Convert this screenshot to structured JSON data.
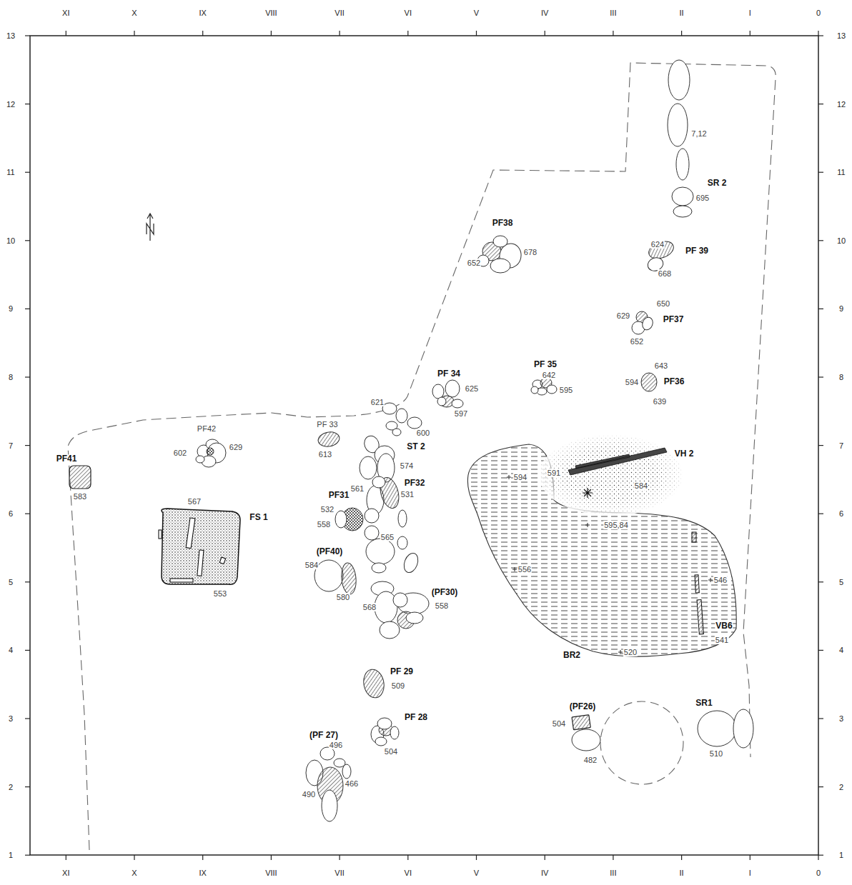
{
  "diagram": {
    "labels": [
      "XI",
      "X",
      "IX",
      "VIII",
      "VII",
      "VI",
      "V",
      "IV",
      "III",
      "II",
      "I",
      "0",
      "13",
      "12",
      "11",
      "10",
      "9",
      "8",
      "7",
      "6",
      "5",
      "4",
      "3",
      "2",
      "1",
      "13",
      "12",
      "11",
      "10",
      "9",
      "8",
      "7",
      "6",
      "5",
      "4",
      "3",
      "2",
      "1",
      "7,12",
      "SR 2",
      "695",
      "PF38",
      "652",
      "678",
      "624",
      "PF 39",
      "668",
      "650",
      "629",
      "PF37",
      "652",
      "643",
      "594",
      "PF36",
      "639",
      "PF 35",
      "642",
      "595",
      "PF 34",
      "625",
      "597",
      "621",
      "600",
      "ST 2",
      "574",
      "PF42",
      "602",
      "629",
      "PF 33",
      "613",
      "PF41",
      "583",
      "567",
      "FS 1",
      "553",
      "561",
      "PF32",
      "531",
      "PF31",
      "532",
      "558",
      "565",
      "(PF40)",
      "584",
      "580",
      "(PF30)",
      "558",
      "568",
      "PF 29",
      "509",
      "PF 28",
      "504",
      "(PF 27)",
      "496",
      "466",
      "490",
      "(PF26)",
      "504",
      "482",
      "SR1",
      "510",
      "594",
      "591",
      "VH 2",
      "584",
      "595,84",
      "556",
      "546",
      "VB6",
      "541",
      "520",
      "BR2",
      "XI",
      "X",
      "IX",
      "VIII",
      "VII",
      "VI",
      "V",
      "IV",
      "III",
      "II",
      "I",
      "0"
    ]
  }
}
